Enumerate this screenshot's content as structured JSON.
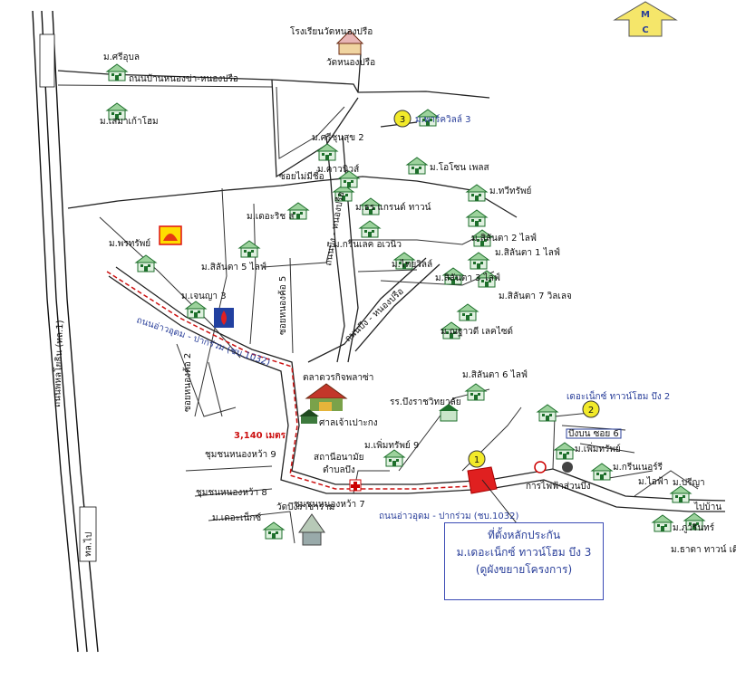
{
  "compass": {
    "letters": [
      "M",
      "C"
    ]
  },
  "callout": {
    "line1": "ที่ตั้งหลักประกัน",
    "line2": "ม.เดอะเน็กซ์ ทาวน์โฮม บึง 3",
    "line3": "(ดูผังขยายโครงการ)"
  },
  "roads": {
    "highway": "ถนนพหลโยธิน (ทล.1)",
    "highway_lower": "ทล.ไป",
    "ban_cho_nong_prue": "ถนนบ้านหนองข่า-หนองปรือ",
    "road_ao_udom_upper": "ถนนอ่าวอุดม - ปากร่วม (ชบ.1032)",
    "road_ao_udom_lower": "ถนนอ่าวอุดม - ปากร่วม (ชบ.1032)",
    "bypass_mid": "ถนนบึง - หนองปรือ",
    "bypass_lower": "ถนนบึง - หนองปรือ",
    "soi_nong_kho": "ซอยหนองค้อ 5",
    "soi_mai_mi": "ซอยไม่มีชื่อ",
    "soi_nong_kho_2": "ซอยหนองค้อ 2",
    "bueng_soi_6": "บึงบน ซอย 6",
    "to_wan": "ไปบ้าน"
  },
  "distance": "3,140 เมตร",
  "landmarks": {
    "school_top": "โรงเรียนวัดหนองปรือ",
    "temple_top": "วัดหนองปรือ",
    "market": "ตลาดวรกิจพลาซ่า",
    "shrine": "ศาลเจ้าเปาะกง",
    "school_bueng": "รร.บึงราชวิทยาลัย",
    "health": "สถานีอนามัย",
    "health_2": "ตำบลบึง",
    "temple_bottom": "วัดบึงราชาราม",
    "electric": "การไฟฟ้าส่วนบึง",
    "chumchon_9": "ชุมชนหนองหว้า 9",
    "chumchon_8": "ชุมชนหนองหว้า 8",
    "chumchon_7": "ชุมชนหนองหว้า 7"
  },
  "villages": [
    {
      "name": "ม.ศรีอุบล"
    },
    {
      "name": "ม.เสมาเก้าโฮม"
    },
    {
      "name": "ม.ศรีชุนสุข 2"
    },
    {
      "name": "ม.คาวนิวส์"
    },
    {
      "name": "ม.โอโซน เพลส"
    },
    {
      "name": "ม.ทวีทรัพย์"
    },
    {
      "name": "ม.เดอะริช ส"
    },
    {
      "name": "ม.ธร แกรนด์ ทาวน์"
    },
    {
      "name": "ม.กรีนเลค อเวนิว"
    },
    {
      "name": "ม.สิลันตา 2 ไลฟ์"
    },
    {
      "name": "ม.สิลันตา 1 ไลฟ์"
    },
    {
      "name": "ม.พรทรัพย์"
    },
    {
      "name": "ม.สิลันตา 5 ไลฟ์"
    },
    {
      "name": "ม.ไทยวิลล์"
    },
    {
      "name": "ม.สิลันตา 3 ไลฟ์"
    },
    {
      "name": "ม.สิลันตา 7 วิลเลจ"
    },
    {
      "name": "ม.เจนญา 3"
    },
    {
      "name": "ม.ณฐาวดี เลคไซด์"
    },
    {
      "name": "ม.สิลันตา 6 ไลฟ์"
    },
    {
      "name": "ม.เพิ่มทรัพย์ 9"
    },
    {
      "name": "เดอะเน็กซ์ ทาวน์โฮม บึง 2"
    },
    {
      "name": "ม.เพิ่มทรัพย์"
    },
    {
      "name": "ม.กรีนเนอร์รี"
    },
    {
      "name": "ม.ไอฟ้า"
    },
    {
      "name": "ม.ปรีญา"
    },
    {
      "name": "ม.ภูวรินทร์"
    },
    {
      "name": "ม.ธาดา ทาวน์ เดิร์ฟ"
    },
    {
      "name": "ม.เดอะเน็กซ์"
    },
    {
      "name": "ม.พาร์ควิลล์ 3"
    }
  ],
  "markers": {
    "m1": "1",
    "m2": "2",
    "m3": "3"
  },
  "colors": {
    "route": "#cc1111",
    "label_blue": "#2a3f9a",
    "marker_fill": "#f2ea2a",
    "site_fill": "#e02020",
    "compass": "#f5e66a"
  }
}
